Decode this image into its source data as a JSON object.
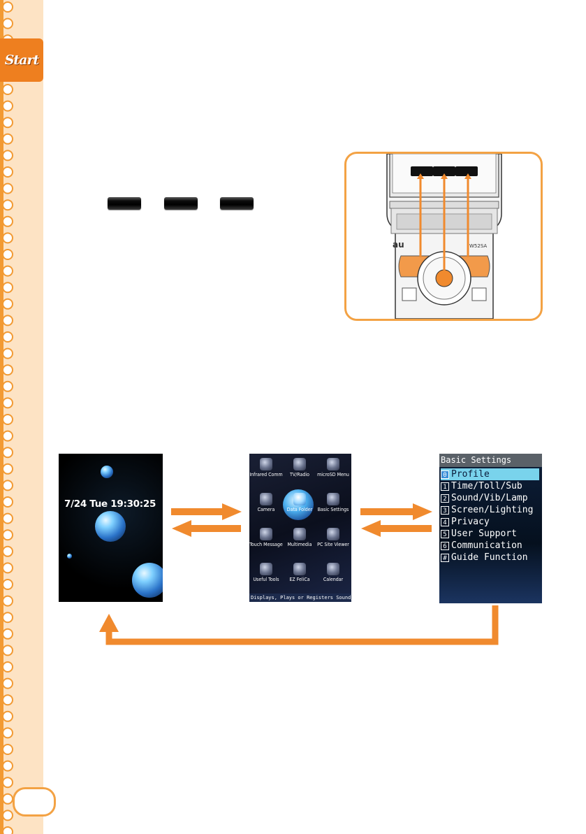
{
  "sidebar": {
    "tab_label": "Start"
  },
  "standby_screen": {
    "clock": "7/24 Tue 19:30:25"
  },
  "main_menu": {
    "items": [
      {
        "label": "Infrared Comm"
      },
      {
        "label": "TV/Radio"
      },
      {
        "label": "microSD Menu"
      },
      {
        "label": "Camera"
      },
      {
        "label": "Data Folder"
      },
      {
        "label": "Basic Settings"
      },
      {
        "label": "Touch Message"
      },
      {
        "label": "Multimedia"
      },
      {
        "label": "PC Site Viewer"
      },
      {
        "label": "Useful Tools"
      },
      {
        "label": "EZ FeliCa"
      },
      {
        "label": "Calendar"
      }
    ],
    "status": "Displays, Plays or Registers Sound/Im"
  },
  "basic_settings": {
    "title": "Basic Settings",
    "items": [
      {
        "num": "0",
        "label": "Profile",
        "selected": true
      },
      {
        "num": "1",
        "label": "Time/Toll/Sub"
      },
      {
        "num": "2",
        "label": "Sound/Vib/Lamp"
      },
      {
        "num": "3",
        "label": "Screen/Lighting"
      },
      {
        "num": "4",
        "label": "Privacy"
      },
      {
        "num": "5",
        "label": "User Support"
      },
      {
        "num": "6",
        "label": "Communication"
      },
      {
        "num": "#",
        "label": "Guide Function"
      }
    ]
  },
  "phone_illustration": {
    "brand": "au",
    "model": "W52SA"
  },
  "colors": {
    "accent": "#f08a2e",
    "strip": "#fde3c4",
    "highlight": "#79d3ec"
  }
}
